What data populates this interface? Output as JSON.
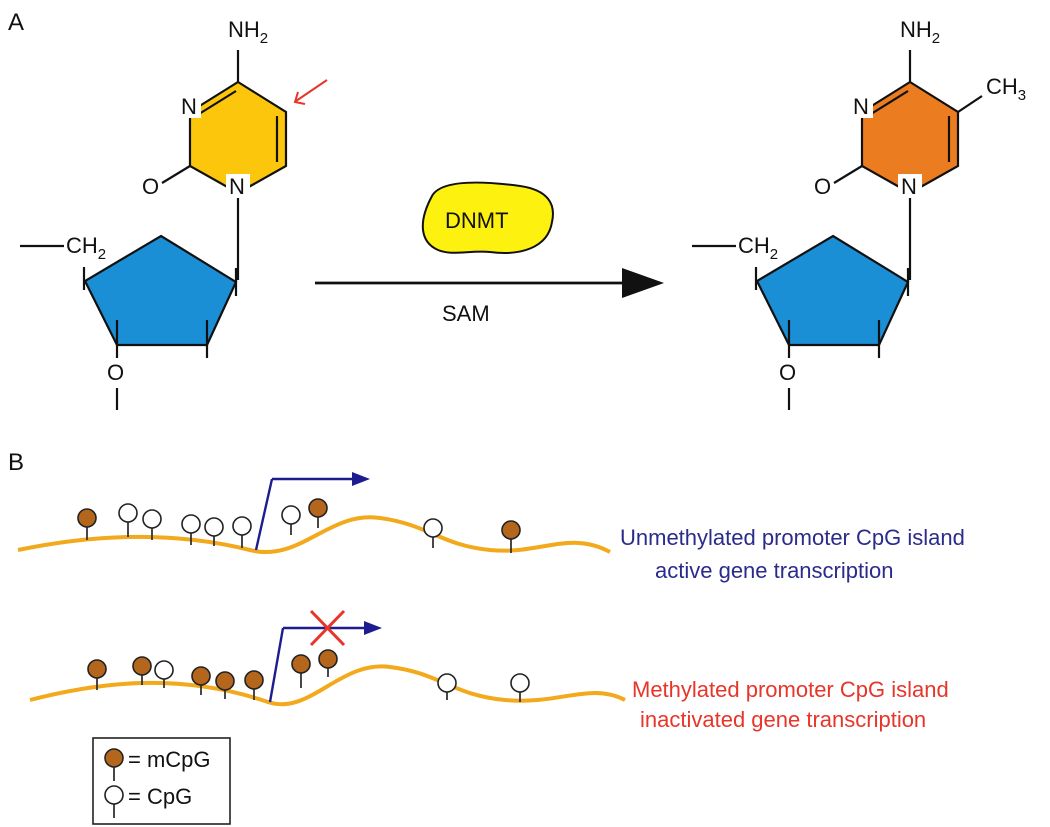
{
  "panel_a": {
    "label": "A",
    "left_molecule": {
      "amine": "NH",
      "amine_sub": "2",
      "ring_n_top": "N",
      "ring_n_bottom": "N",
      "carbonyl_o": "O",
      "ch2": "CH",
      "ch2_sub": "2",
      "sugar_o": "O",
      "base_color": "#fcc60c",
      "arrow_color": "#e8352a"
    },
    "right_molecule": {
      "amine": "NH",
      "amine_sub": "2",
      "methyl": "CH",
      "methyl_sub": "3",
      "methyl_color": "#e8352a",
      "ring_n_top": "N",
      "ring_n_bottom": "N",
      "carbonyl_o": "O",
      "ch2": "CH",
      "ch2_sub": "2",
      "sugar_o": "O",
      "base_color": "#ec7c20"
    },
    "sugar_color": "#1b8fd6",
    "enzyme": {
      "label": "DNMT",
      "color": "#fdf20f"
    },
    "cofactor": "SAM"
  },
  "panel_b": {
    "label": "B",
    "strand_color": "#f2a91c",
    "methylated_color": "#b5661d",
    "unmethylated_color": "#ffffff",
    "arrow_color": "#1d1d8f",
    "block_color": "#e8352a",
    "top_row": {
      "caption_line1": "Unmethylated promoter CpG island",
      "caption_line2": "active gene transcription",
      "caption_color": "#2b2b8c",
      "sites": [
        "m",
        "u",
        "u",
        "u",
        "u",
        "u",
        "u",
        "m",
        "u",
        "m"
      ]
    },
    "bottom_row": {
      "caption_line1": "Methylated promoter CpG island",
      "caption_line2": "inactivated gene transcription",
      "caption_color": "#e8352a",
      "sites": [
        "m",
        "m",
        "u",
        "m",
        "m",
        "m",
        "m",
        "m",
        "u",
        "u"
      ]
    },
    "legend": {
      "methylated_label": "= mCpG",
      "unmethylated_label": "= CpG"
    }
  }
}
